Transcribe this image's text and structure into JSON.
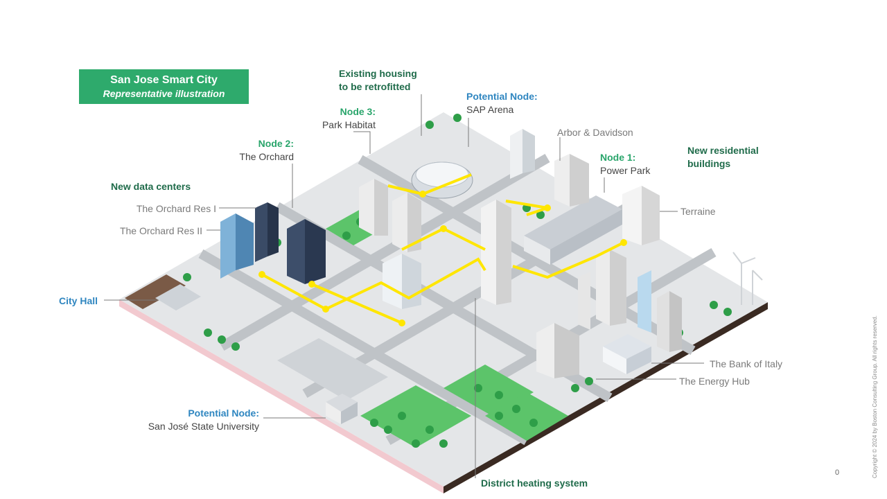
{
  "title": {
    "main": "San Jose Smart City",
    "sub": "Representative illustration"
  },
  "labels": {
    "existing_housing_line1": "Existing housing",
    "existing_housing_line2": "to be retrofitted",
    "potential_node_sap_head": "Potential Node:",
    "potential_node_sap_name": "SAP Arena",
    "node3_head": "Node 3:",
    "node3_name": "Park Habitat",
    "arbor": "Arbor & Davidson",
    "node2_head": "Node 2:",
    "node2_name": "The Orchard",
    "node1_head": "Node 1:",
    "node1_name": "Power Park",
    "new_residential_line1": "New residential",
    "new_residential_line2": "buildings",
    "new_data_centers": "New data centers",
    "orchard_res_1": "The Orchard Res I",
    "orchard_res_2": "The Orchard Res II",
    "terraine": "Terraine",
    "city_hall": "City Hall",
    "bank_of_italy": "The Bank of Italy",
    "energy_hub": "The Energy Hub",
    "potential_node_sjsu_head": "Potential Node:",
    "potential_node_sjsu_name": "San José State University",
    "district_heating": "District heating system"
  },
  "copyright": "Copyright © 2024 by Boston Consulting Group. All rights reserved.",
  "page_number": "0",
  "colors": {
    "title_bg": "#2eaa6c",
    "green_text": "#29a56b",
    "dark_green_text": "#1f6b4a",
    "blue_text": "#2f86c0",
    "grid_line": "#ffe600",
    "ground": "#e4e6e8",
    "base_front": "#f2c9cf",
    "base_side": "#3a2a22"
  }
}
